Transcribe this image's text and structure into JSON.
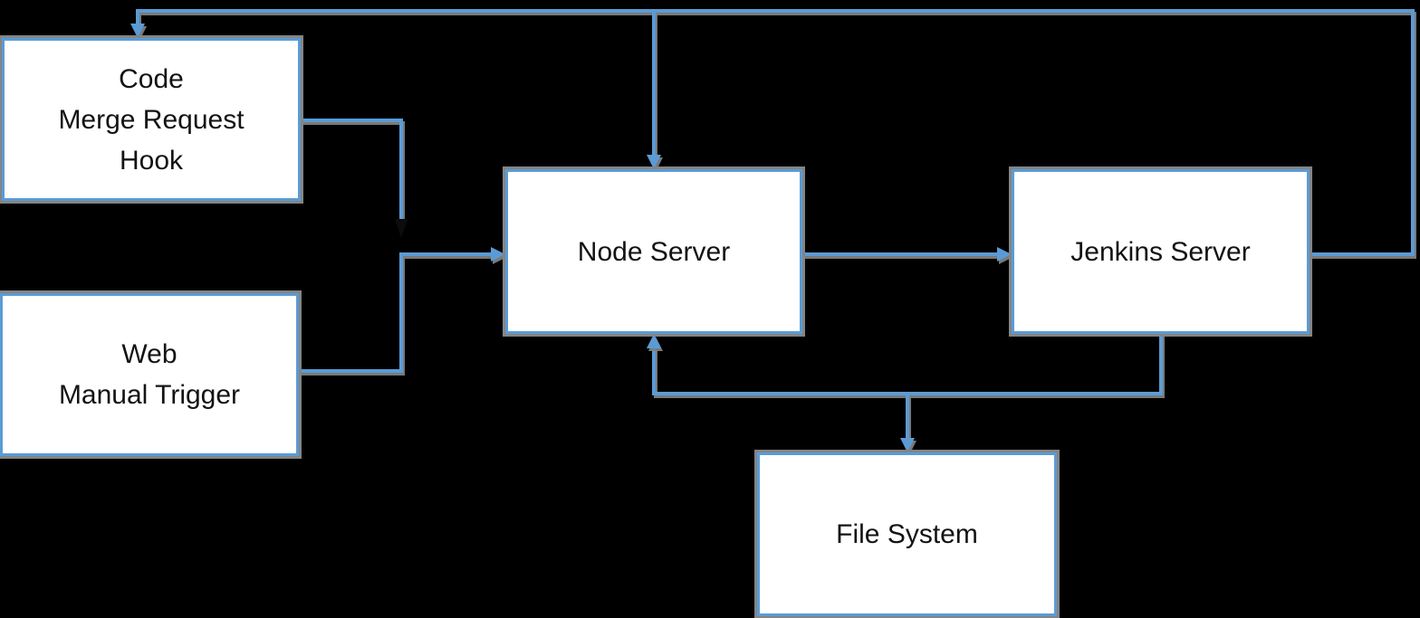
{
  "diagram": {
    "title": "CI trigger flow diagram",
    "background_color": "#000000",
    "accent_blue": "#5b9bd5",
    "shadow_gray": "#848484",
    "node_fill": "#ffffff",
    "text_color": "#131313",
    "nodes": [
      {
        "id": "code-merge-request-hook",
        "label": "Code\nMerge Request\nHook"
      },
      {
        "id": "web-manual-trigger",
        "label": "Web\nManual Trigger"
      },
      {
        "id": "node-server",
        "label": "Node Server"
      },
      {
        "id": "jenkins-server",
        "label": "Jenkins Server"
      },
      {
        "id": "file-system",
        "label": "File System"
      }
    ],
    "connections": [
      {
        "from": "code-merge-request-hook",
        "to": "node-server",
        "arrowhead": "black",
        "route": "right then down, merges into Web Manual Trigger line"
      },
      {
        "from": "web-manual-trigger",
        "to": "node-server",
        "arrowhead": "blue",
        "route": "right, up, then right into Node Server left side"
      },
      {
        "from": "node-server",
        "to": "jenkins-server",
        "arrowhead": "blue",
        "route": "straight right"
      },
      {
        "from": "jenkins-server",
        "to": "code-merge-request-hook",
        "arrowhead": "blue",
        "route": "right, up, left along top edge, down into Code box top"
      },
      {
        "from": "jenkins-server",
        "to": "node-server",
        "arrowhead": "blue",
        "route": "branch of top feedback line dropping into Node Server top"
      },
      {
        "from": "jenkins-server",
        "to": "node-server",
        "arrowhead": "blue",
        "route": "down from Jenkins bottom, left, up into Node Server bottom"
      },
      {
        "from": "jenkins-server",
        "to": "file-system",
        "arrowhead": "blue",
        "route": "branch of bottom line dropping into File System top"
      }
    ]
  }
}
